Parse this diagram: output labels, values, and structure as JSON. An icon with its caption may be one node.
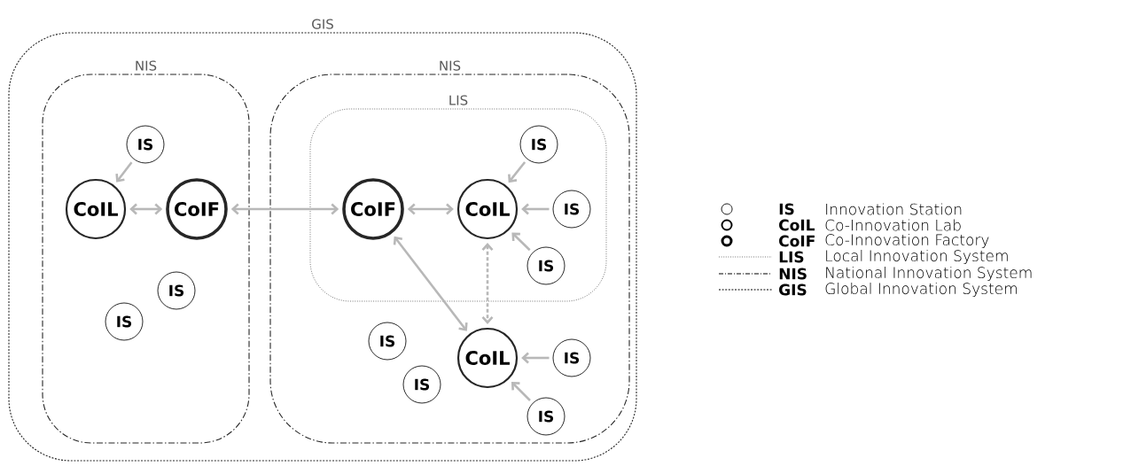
{
  "diagram": {
    "nodes": [
      {
        "text": [
          "GIS"
        ]
      },
      {
        "text": [
          "NIS"
        ],
        "in": 0
      },
      {
        "text": [
          "NIS"
        ],
        "in": 0
      },
      {
        "text": [
          "LIS"
        ],
        "in": 2
      },
      {
        "text": [
          "IS"
        ],
        "in": 1
      },
      {
        "text": [
          "CoIL"
        ],
        "in": 1
      },
      {
        "text": [
          "CoIF"
        ],
        "in": 1
      },
      {
        "text": [
          "IS"
        ],
        "in": 1
      },
      {
        "text": [
          "IS"
        ],
        "in": 1
      },
      {
        "text": [
          "CoIF"
        ],
        "in": 3
      },
      {
        "text": [
          "CoIL"
        ],
        "in": 3
      },
      {
        "text": [
          "IS"
        ],
        "in": 3
      },
      {
        "text": [
          "IS"
        ],
        "in": 3
      },
      {
        "text": [
          "IS"
        ],
        "in": 3
      },
      {
        "text": [
          "IS"
        ],
        "in": 2
      },
      {
        "text": [
          "IS"
        ],
        "in": 2
      },
      {
        "text": [
          "CoIL"
        ],
        "in": 2
      },
      {
        "text": [
          "IS"
        ],
        "in": 2
      },
      {
        "text": [
          "IS"
        ],
        "in": 2
      }
    ],
    "edges": [
      {
        "from": 4,
        "to": 5,
        "arrow": "to"
      },
      {
        "from": 5,
        "to": 6,
        "arrow": "both"
      },
      {
        "from": 6,
        "to": 9,
        "arrow": "both"
      },
      {
        "from": 9,
        "to": 10,
        "arrow": "both"
      },
      {
        "from": 11,
        "to": 10,
        "arrow": "to"
      },
      {
        "from": 12,
        "to": 10,
        "arrow": "to"
      },
      {
        "from": 13,
        "to": 10,
        "arrow": "to"
      },
      {
        "from": 9,
        "to": 16,
        "arrow": "both"
      },
      {
        "from": 10,
        "to": 16,
        "arrow": "both",
        "style": "dashed"
      },
      {
        "from": 17,
        "to": 16,
        "arrow": "to"
      },
      {
        "from": 18,
        "to": 16,
        "arrow": "to"
      }
    ],
    "labels": [
      "IS",
      "CoIL",
      "CoIF",
      "LIS",
      "NIS",
      "GIS"
    ],
    "legend": [
      {
        "text": "Innovation Station"
      },
      {
        "text": "Co-Innovation Lab"
      },
      {
        "text": "Co-Innovation Factory"
      },
      {
        "text": "Local Innovation System"
      },
      {
        "text": "National Innovation System"
      },
      {
        "text": "Global Innovation System"
      }
    ]
  }
}
